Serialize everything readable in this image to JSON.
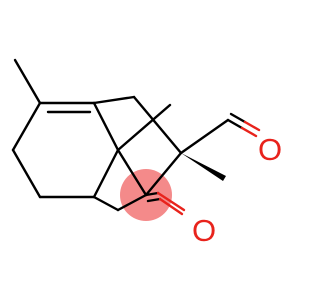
{
  "molecule": {
    "atom_labels": {
      "aldehyde_oxygen": "O",
      "ketone_oxygen": "O"
    },
    "highlight": {
      "atom": "ketone-carbonyl-carbon",
      "color": "#f48a8a"
    },
    "colors": {
      "bond": "#000000",
      "oxygen": "#e8231c",
      "background": "#ffffff"
    }
  }
}
